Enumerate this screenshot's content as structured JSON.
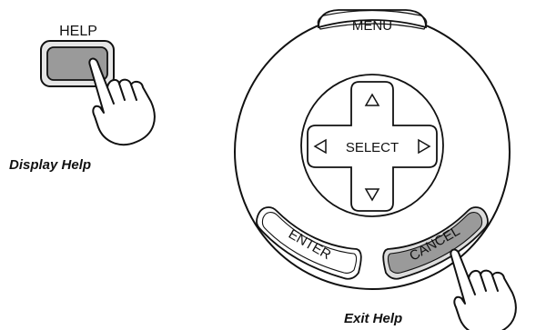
{
  "help_section": {
    "button_label": "HELP",
    "caption": "Display Help"
  },
  "controller": {
    "menu_label": "MENU",
    "select_label": "SELECT",
    "enter_label": "ENTER",
    "cancel_label": "CANCEL",
    "caption": "Exit Help"
  },
  "colors": {
    "outline": "#111111",
    "pressed_button": "#9a9a9a",
    "background": "#ffffff"
  }
}
